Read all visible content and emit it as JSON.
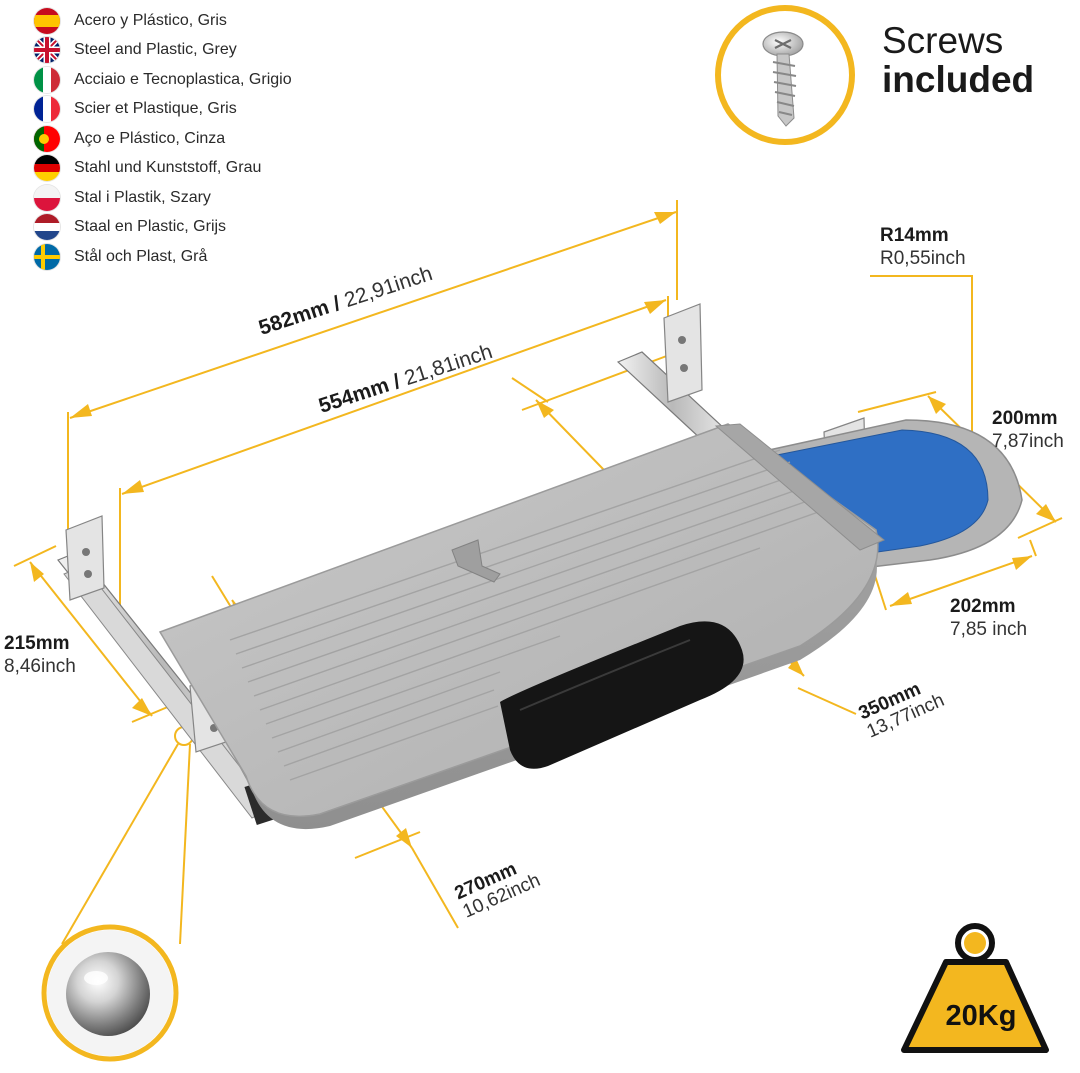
{
  "languages": [
    {
      "flag": "es-flag-icon",
      "label": "Acero y Plástico, Gris"
    },
    {
      "flag": "gb-flag-icon",
      "label": "Steel and Plastic, Grey"
    },
    {
      "flag": "it-flag-icon",
      "label": "Acciaio e Tecnoplastica, Grigio"
    },
    {
      "flag": "fr-flag-icon",
      "label": "Scier et Plastique, Gris"
    },
    {
      "flag": "pt-flag-icon",
      "label": "Aço e Plástico, Cinza"
    },
    {
      "flag": "de-flag-icon",
      "label": "Stahl und Kunststoff, Grau"
    },
    {
      "flag": "pl-flag-icon",
      "label": "Stal i Plastik, Szary"
    },
    {
      "flag": "nl-flag-icon",
      "label": "Staal en Plastic, Grijs"
    },
    {
      "flag": "se-flag-icon",
      "label": "Stål och Plast, Grå"
    }
  ],
  "screws": {
    "line1": "Screws",
    "line2": "included",
    "icon": "screw-icon"
  },
  "dimensions": {
    "width_outer": {
      "mm": "582mm",
      "sep": " / ",
      "inch": "22,91inch"
    },
    "width_inner": {
      "mm": "554mm",
      "sep": " / ",
      "inch": "21,81inch"
    },
    "radius": {
      "mm": "R14mm",
      "inch": "R0,55inch"
    },
    "mouse_width": {
      "mm": "200mm",
      "inch": "7,87inch"
    },
    "mouse_depth": {
      "mm": "202mm",
      "inch": "7,85 inch"
    },
    "depth": {
      "mm": "350mm",
      "inch": "13,77inch"
    },
    "rail": {
      "mm": "215mm",
      "inch": "8,46inch"
    },
    "front": {
      "mm": "270mm",
      "inch": "10,62inch"
    }
  },
  "weight": {
    "label": "20Kg",
    "icon": "weight-icon"
  },
  "detail": {
    "icon": "ball-bearing-icon"
  },
  "colors": {
    "accent": "#f3b71f",
    "tray": "#b9b9b9",
    "mousepad": "#2f6fc4",
    "wristrest": "#151515"
  }
}
